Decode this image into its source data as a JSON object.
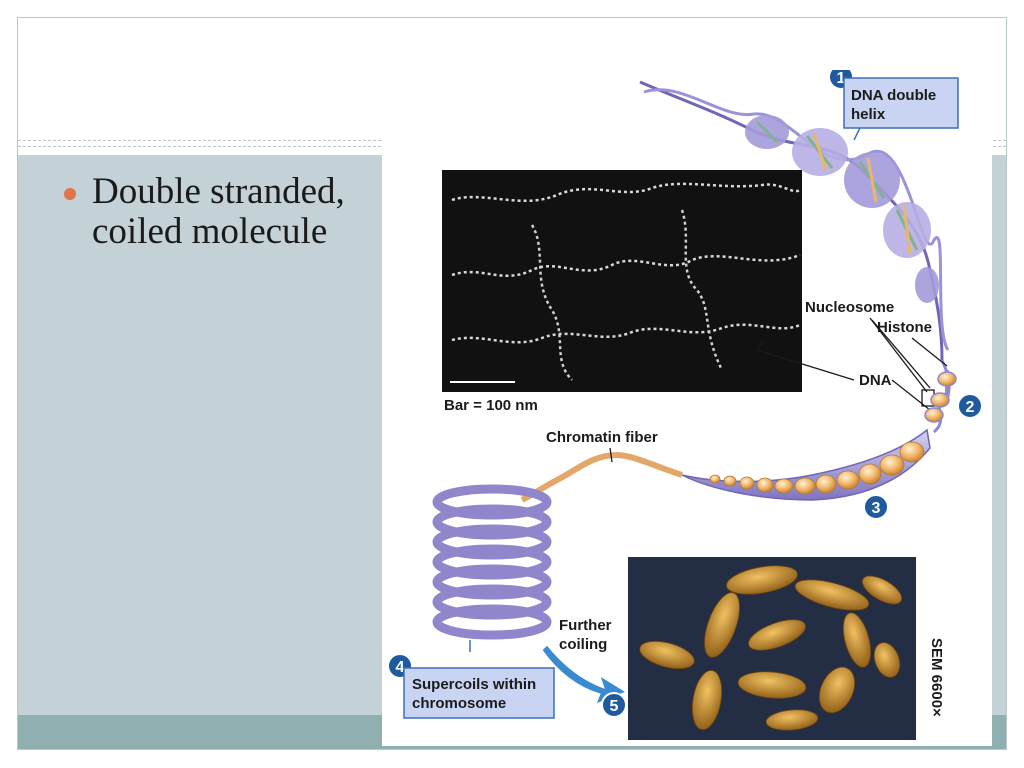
{
  "slide": {
    "bullets": [
      "Double stranded, coiled molecule"
    ]
  },
  "figure": {
    "step_numbers": [
      "1",
      "2",
      "3",
      "4",
      "5"
    ],
    "labels": {
      "dna_double_helix_line1": "DNA double",
      "dna_double_helix_line2": "helix",
      "nucleosome": "Nucleosome",
      "histone": "Histone",
      "dna": "DNA",
      "scale_bar": "Bar = 100 nm",
      "chromatin_fiber": "Chromatin fiber",
      "further_coiling_line1": "Further",
      "further_coiling_line2": "coiling",
      "supercoils_line1": "Supercoils within",
      "supercoils_line2": "chromosome",
      "sem": "SEM 6600×"
    },
    "colors": {
      "helix": "#8f87cf",
      "nucleosome": "#f1b465",
      "coil": "#9a90d6",
      "label_box": "#c9d4f3",
      "badge": "#1f5a9e",
      "arrow": "#3a8ad2",
      "micrograph_bg": "#111111",
      "chromosome": "#c8922e"
    }
  }
}
